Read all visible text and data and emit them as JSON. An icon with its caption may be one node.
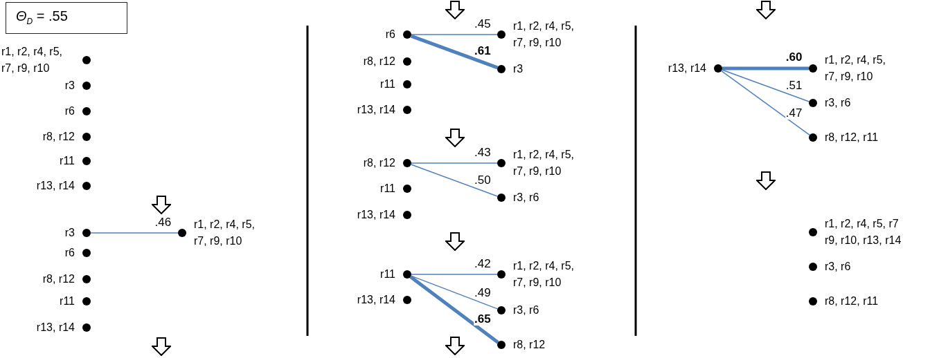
{
  "diagram": {
    "nodes": [
      {
        "text": [
          "*Θ*$_{D}$ = .55"
        ]
      },
      {
        "text": [],
        "shape": "circle",
        "beside": [
          "r1, r2, r4, r5, r7, r9, r10"
        ]
      },
      {
        "text": [],
        "shape": "circle",
        "beside": [
          "r3"
        ]
      },
      {
        "text": [],
        "shape": "circle",
        "beside": [
          "r6"
        ]
      },
      {
        "text": [],
        "shape": "circle",
        "beside": [
          "r8, r12"
        ]
      },
      {
        "text": [],
        "shape": "circle",
        "beside": [
          "r11"
        ]
      },
      {
        "text": [],
        "shape": "circle",
        "beside": [
          "r13, r14"
        ]
      },
      {
        "text": [],
        "shape": "circle",
        "beside": [
          "r3"
        ]
      },
      {
        "text": [],
        "shape": "circle",
        "beside": [
          "r1, r2, r4, r5, r7, r9, r10"
        ]
      },
      {
        "text": [],
        "shape": "circle",
        "beside": [
          "r6"
        ]
      },
      {
        "text": [],
        "shape": "circle",
        "beside": [
          "r8, r12"
        ]
      },
      {
        "text": [],
        "shape": "circle",
        "beside": [
          "r11"
        ]
      },
      {
        "text": [],
        "shape": "circle",
        "beside": [
          "r13, r14"
        ]
      },
      {
        "text": [],
        "shape": "circle",
        "beside": [
          "r6"
        ]
      },
      {
        "text": [],
        "shape": "circle",
        "beside": [
          "r1, r2, r4, r5, r7, r9, r10"
        ]
      },
      {
        "text": [],
        "shape": "circle",
        "beside": [
          "r3"
        ]
      },
      {
        "text": [],
        "shape": "circle",
        "beside": [
          "r8, r12"
        ]
      },
      {
        "text": [],
        "shape": "circle",
        "beside": [
          "r11"
        ]
      },
      {
        "text": [],
        "shape": "circle",
        "beside": [
          "r13, r14"
        ]
      },
      {
        "text": [],
        "shape": "circle",
        "beside": [
          "r8, r12"
        ]
      },
      {
        "text": [],
        "shape": "circle",
        "beside": [
          "r1, r2, r4, r5, r7, r9, r10"
        ]
      },
      {
        "text": [],
        "shape": "circle",
        "beside": [
          "r11"
        ]
      },
      {
        "text": [],
        "shape": "circle",
        "beside": [
          "r3, r6"
        ]
      },
      {
        "text": [],
        "shape": "circle",
        "beside": [
          "r13, r14"
        ]
      },
      {
        "text": [],
        "shape": "circle",
        "beside": [
          "r11"
        ]
      },
      {
        "text": [],
        "shape": "circle",
        "beside": [
          "r1, r2, r4, r5, r7, r9, r10"
        ]
      },
      {
        "text": [],
        "shape": "circle",
        "beside": [
          "r13, r14"
        ]
      },
      {
        "text": [],
        "shape": "circle",
        "beside": [
          "r3, r6"
        ]
      },
      {
        "text": [],
        "shape": "circle",
        "beside": [
          "r8, r12"
        ]
      },
      {
        "text": [],
        "shape": "circle",
        "beside": [
          "r13, r14"
        ]
      },
      {
        "text": [],
        "shape": "circle",
        "beside": [
          "r1, r2, r4, r5, r7, r9, r10"
        ]
      },
      {
        "text": [],
        "shape": "circle",
        "beside": [
          "r3, r6"
        ]
      },
      {
        "text": [],
        "shape": "circle",
        "beside": [
          "r8, r12, r11"
        ]
      },
      {
        "text": [],
        "shape": "circle",
        "beside": [
          "r1, r2, r4, r5, r7 r9, r10, r13, r14"
        ]
      },
      {
        "text": [],
        "shape": "circle",
        "beside": [
          "r3, r6"
        ]
      },
      {
        "text": [],
        "shape": "circle",
        "beside": [
          "r8, r12, r11"
        ]
      },
      {
        "text": [],
        "shape": "arrow"
      },
      {
        "text": [],
        "shape": "arrow"
      },
      {
        "text": [],
        "shape": "arrow"
      },
      {
        "text": [],
        "shape": "arrow"
      },
      {
        "text": [],
        "shape": "arrow"
      },
      {
        "text": [],
        "shape": "arrow"
      },
      {
        "text": [],
        "shape": "arrow"
      },
      {
        "text": [],
        "shape": "arrow"
      }
    ],
    "edges": [
      {
        "from": 7,
        "to": 8,
        "arrow": "none",
        "label": ".46"
      },
      {
        "from": 13,
        "to": 14,
        "arrow": "none",
        "label": ".45"
      },
      {
        "from": 13,
        "to": 15,
        "arrow": "none",
        "label": ".61",
        "style": "thick"
      },
      {
        "from": 19,
        "to": 20,
        "arrow": "none",
        "label": ".43"
      },
      {
        "from": 19,
        "to": 22,
        "arrow": "none",
        "label": ".50"
      },
      {
        "from": 24,
        "to": 25,
        "arrow": "none",
        "label": ".42"
      },
      {
        "from": 24,
        "to": 27,
        "arrow": "none",
        "label": ".49"
      },
      {
        "from": 24,
        "to": 28,
        "arrow": "none",
        "label": ".65",
        "style": "thick"
      },
      {
        "from": 29,
        "to": 30,
        "arrow": "none",
        "label": ".60",
        "style": "thick"
      },
      {
        "from": 29,
        "to": 31,
        "arrow": "none",
        "label": ".51"
      },
      {
        "from": 29,
        "to": 32,
        "arrow": "none",
        "label": ".47"
      }
    ]
  }
}
